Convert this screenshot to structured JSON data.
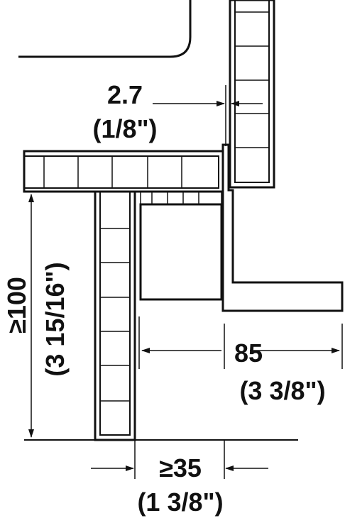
{
  "dimensions": {
    "gap": {
      "metric": "2.7",
      "imperial": "(1/8\")"
    },
    "height": {
      "metric": "≥100",
      "imperial": "(3 15/16\")"
    },
    "depth": {
      "metric": "85",
      "imperial": "(3 3/8\")"
    },
    "width": {
      "metric": "≥35",
      "imperial": "(1 3/8\")"
    }
  },
  "colors": {
    "ink": "#111111",
    "background": "#ffffff"
  }
}
